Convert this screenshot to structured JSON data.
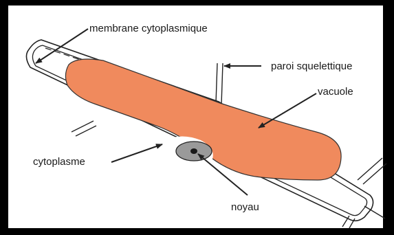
{
  "diagram": {
    "labels": {
      "membrane": "membrane cytoplasmique",
      "paroi": "paroi squelettique",
      "vacuole": "vacuole",
      "cytoplasme": "cytoplasme",
      "noyau": "noyau"
    },
    "colors": {
      "frame": "#000000",
      "vacuole_fill": "#f08a5d",
      "nucleus_fill": "#9a9a9a",
      "nucleolus_fill": "#1a1a1a",
      "line": "#222222"
    }
  }
}
